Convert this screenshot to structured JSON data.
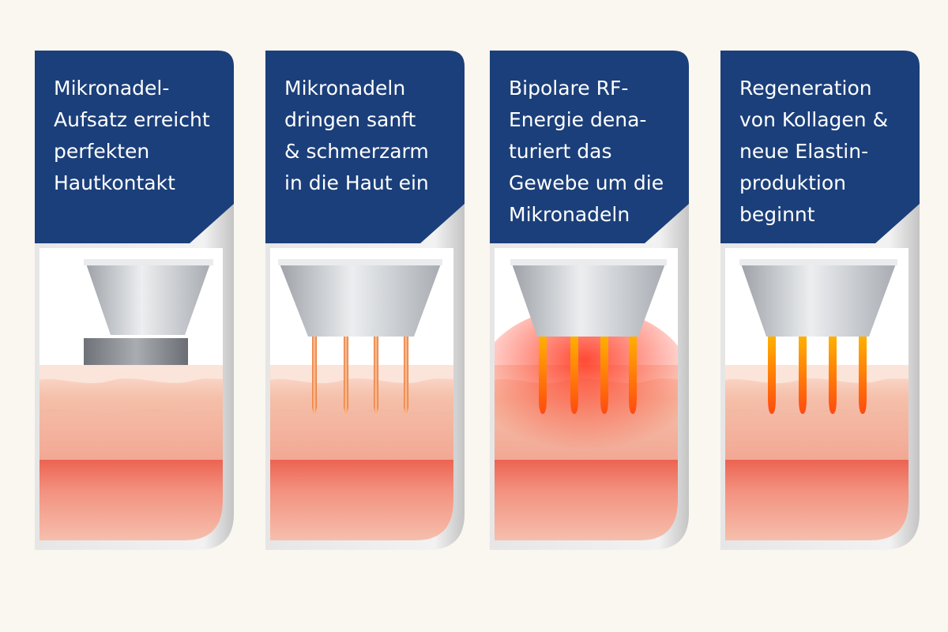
{
  "colors": {
    "background": "#faf6f0",
    "header_navy": "#1b3f7a",
    "frame_silver": "#dedede",
    "skin_top": "#f6c9b4",
    "skin_mid": "#f2a691",
    "skin_deep": "#ec6a58",
    "needle": "#f2924e",
    "rf_glow": "#ff3a1a",
    "energized_needle": "#ff8a00"
  },
  "steps": [
    {
      "caption": "Mikronadel-\nAufsatz erreicht\nperfekten\nHautkontakt",
      "state": "contact"
    },
    {
      "caption": "Mikronadeln\ndringen sanft\n& schmerzarm\nin die Haut ein",
      "state": "penetration"
    },
    {
      "caption": "Bipolare RF-\nEnergie dena-\nturiert das\nGewebe um die\nMikronadeln",
      "state": "rf-energy"
    },
    {
      "caption": "Regeneration\nvon Kollagen &\nneue Elastin-\nproduktion\nbeginnt",
      "state": "regeneration"
    }
  ]
}
